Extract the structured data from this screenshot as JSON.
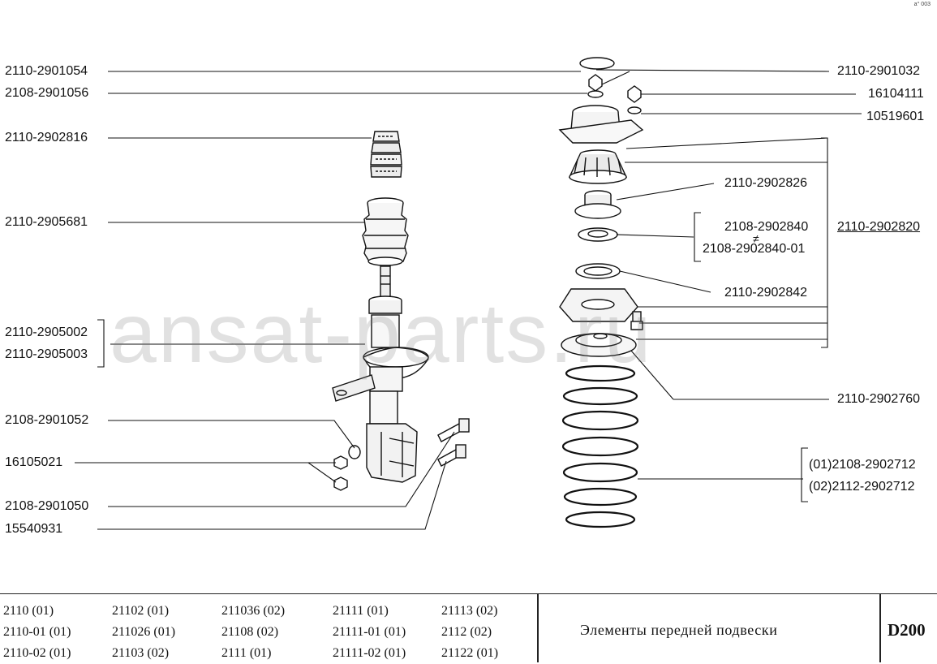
{
  "corner_note": "a° 003",
  "watermark": "ansat-parts.ru",
  "left_labels": [
    {
      "id": "2110-2901054",
      "text": "2110-2901054"
    },
    {
      "id": "2108-2901056",
      "text": "2108-2901056"
    },
    {
      "id": "2110-2902816",
      "text": "2110-2902816"
    },
    {
      "id": "2110-2905681",
      "text": "2110-2905681"
    },
    {
      "id": "2110-2905002",
      "text": "2110-2905002"
    },
    {
      "id": "2110-2905003",
      "text": "2110-2905003"
    },
    {
      "id": "2108-2901052",
      "text": "2108-2901052"
    },
    {
      "id": "16105021",
      "text": "16105021"
    },
    {
      "id": "2108-2901050",
      "text": "2108-2901050"
    },
    {
      "id": "15540931",
      "text": "15540931"
    }
  ],
  "right_labels": [
    {
      "id": "2110-2901032",
      "text": "2110-2901032"
    },
    {
      "id": "16104111",
      "text": "16104111"
    },
    {
      "id": "10519601",
      "text": "10519601"
    },
    {
      "id": "2110-2902826",
      "text": "2110-2902826"
    },
    {
      "id": "2108-2902840",
      "text": "2108-2902840"
    },
    {
      "id": "not-equal",
      "text": "≠"
    },
    {
      "id": "2108-2902840-01",
      "text": "2108-2902840-01"
    },
    {
      "id": "2110-2902820",
      "text": "2110-2902820"
    },
    {
      "id": "2110-2902842",
      "text": "2110-2902842"
    },
    {
      "id": "2110-2902760",
      "text": "2110-2902760"
    },
    {
      "id": "01-2108-2902712",
      "text": "(01)2108-2902712"
    },
    {
      "id": "02-2112-2902712",
      "text": "(02)2112-2902712"
    }
  ],
  "footer": {
    "models": [
      [
        "2110 (01)",
        "2110-01 (01)",
        "2110-02 (01)"
      ],
      [
        "21102 (01)",
        "211026 (01)",
        "21103 (02)"
      ],
      [
        "211036 (02)",
        "21108 (02)",
        "2111 (01)"
      ],
      [
        "21111 (01)",
        "21111-01 (01)",
        "21111-02 (01)"
      ],
      [
        "21113 (02)",
        "2112 (02)",
        "21122 (01)"
      ]
    ],
    "title": "Элементы передней подвески",
    "code": "D200"
  }
}
